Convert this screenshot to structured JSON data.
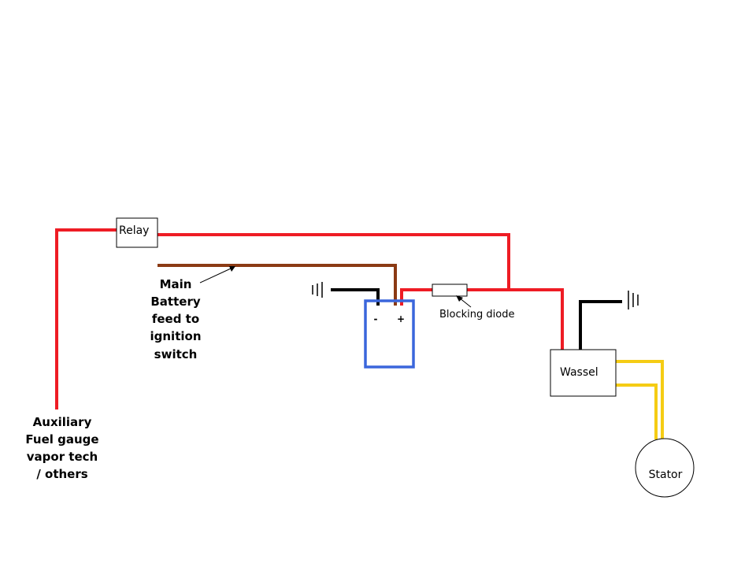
{
  "colors": {
    "red": "#ee1c24",
    "brown": "#8b3a14",
    "black": "#000000",
    "blue": "#3a66dc",
    "yellow": "#f5cc14",
    "box_stroke": "#000000"
  },
  "components": {
    "relay": "Relay",
    "wassel": "Wassel",
    "stator": "Stator",
    "blocking_diode": "Blocking diode",
    "battery_minus": "-",
    "battery_plus": "+"
  },
  "labels": {
    "main_feed": [
      "Main",
      "Battery",
      "feed to",
      "ignition",
      "switch"
    ],
    "auxiliary": [
      "Auxiliary",
      "Fuel gauge",
      "vapor tech",
      "/ others"
    ]
  }
}
